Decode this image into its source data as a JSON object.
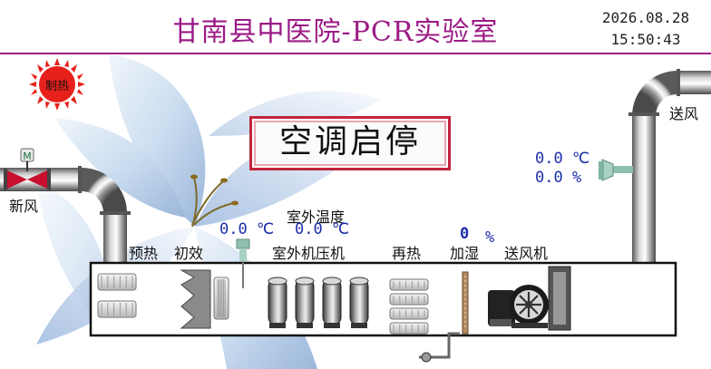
{
  "header": {
    "title": "甘南县中医院-PCR实验室",
    "date": "2026.08.28",
    "time": "15:50:43"
  },
  "heat_mode": {
    "label": "制热"
  },
  "ac_control": {
    "label": "空调启停"
  },
  "duct": {
    "fresh_air_label": "新风",
    "supply_air_label": "送风",
    "valve_letter": "M"
  },
  "readings": {
    "indoor_temp": "0.0 ℃",
    "outdoor_temp_label": "室外温度",
    "outdoor_temp": "0.0 ℃",
    "supply_temp": "0.0 ℃",
    "supply_humidity": "0.0 %",
    "humidity_value": "0",
    "humidity_unit": "%"
  },
  "sections": {
    "preheat": "预热",
    "primary_filter": "初效",
    "outdoor_compressor": "室外机压机",
    "reheat": "再热",
    "humidify": "加湿",
    "supply_fan": "送风机"
  },
  "colors": {
    "title": "#9b1b86",
    "value": "#1d2ea8",
    "ac_border": "#c0253c",
    "heat_sun": "#e8201c",
    "valve": "#c8102e"
  },
  "icons": {
    "heat": "sun-icon",
    "valve": "motor-valve-icon",
    "sensor": "duct-sensor-icon",
    "fan": "centrifugal-fan-icon"
  }
}
